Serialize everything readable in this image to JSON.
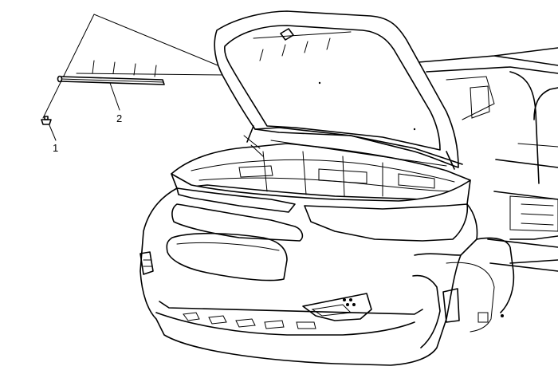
{
  "callouts": [
    {
      "label": "1",
      "part": "fastener"
    },
    {
      "label": "2",
      "part": "hood-seal-strip"
    }
  ]
}
